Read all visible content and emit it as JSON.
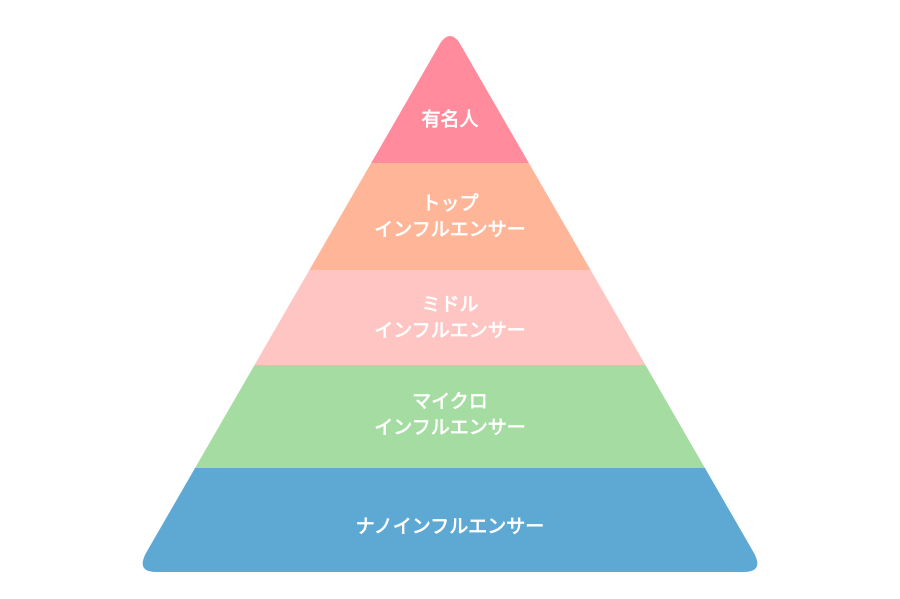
{
  "pyramid": {
    "tiers": [
      {
        "lines": [
          "有名人"
        ],
        "color": "#ff8b9c"
      },
      {
        "lines": [
          "トップ",
          "インフルエンサー"
        ],
        "color": "#ffb597"
      },
      {
        "lines": [
          "ミドル",
          "インフルエンサー"
        ],
        "color": "#ffc5c3"
      },
      {
        "lines": [
          "マイクロ",
          "インフルエンサー"
        ],
        "color": "#a4dca1"
      },
      {
        "lines": [
          "ナノインフルエンサー"
        ],
        "color": "#5ea9d4"
      }
    ]
  }
}
